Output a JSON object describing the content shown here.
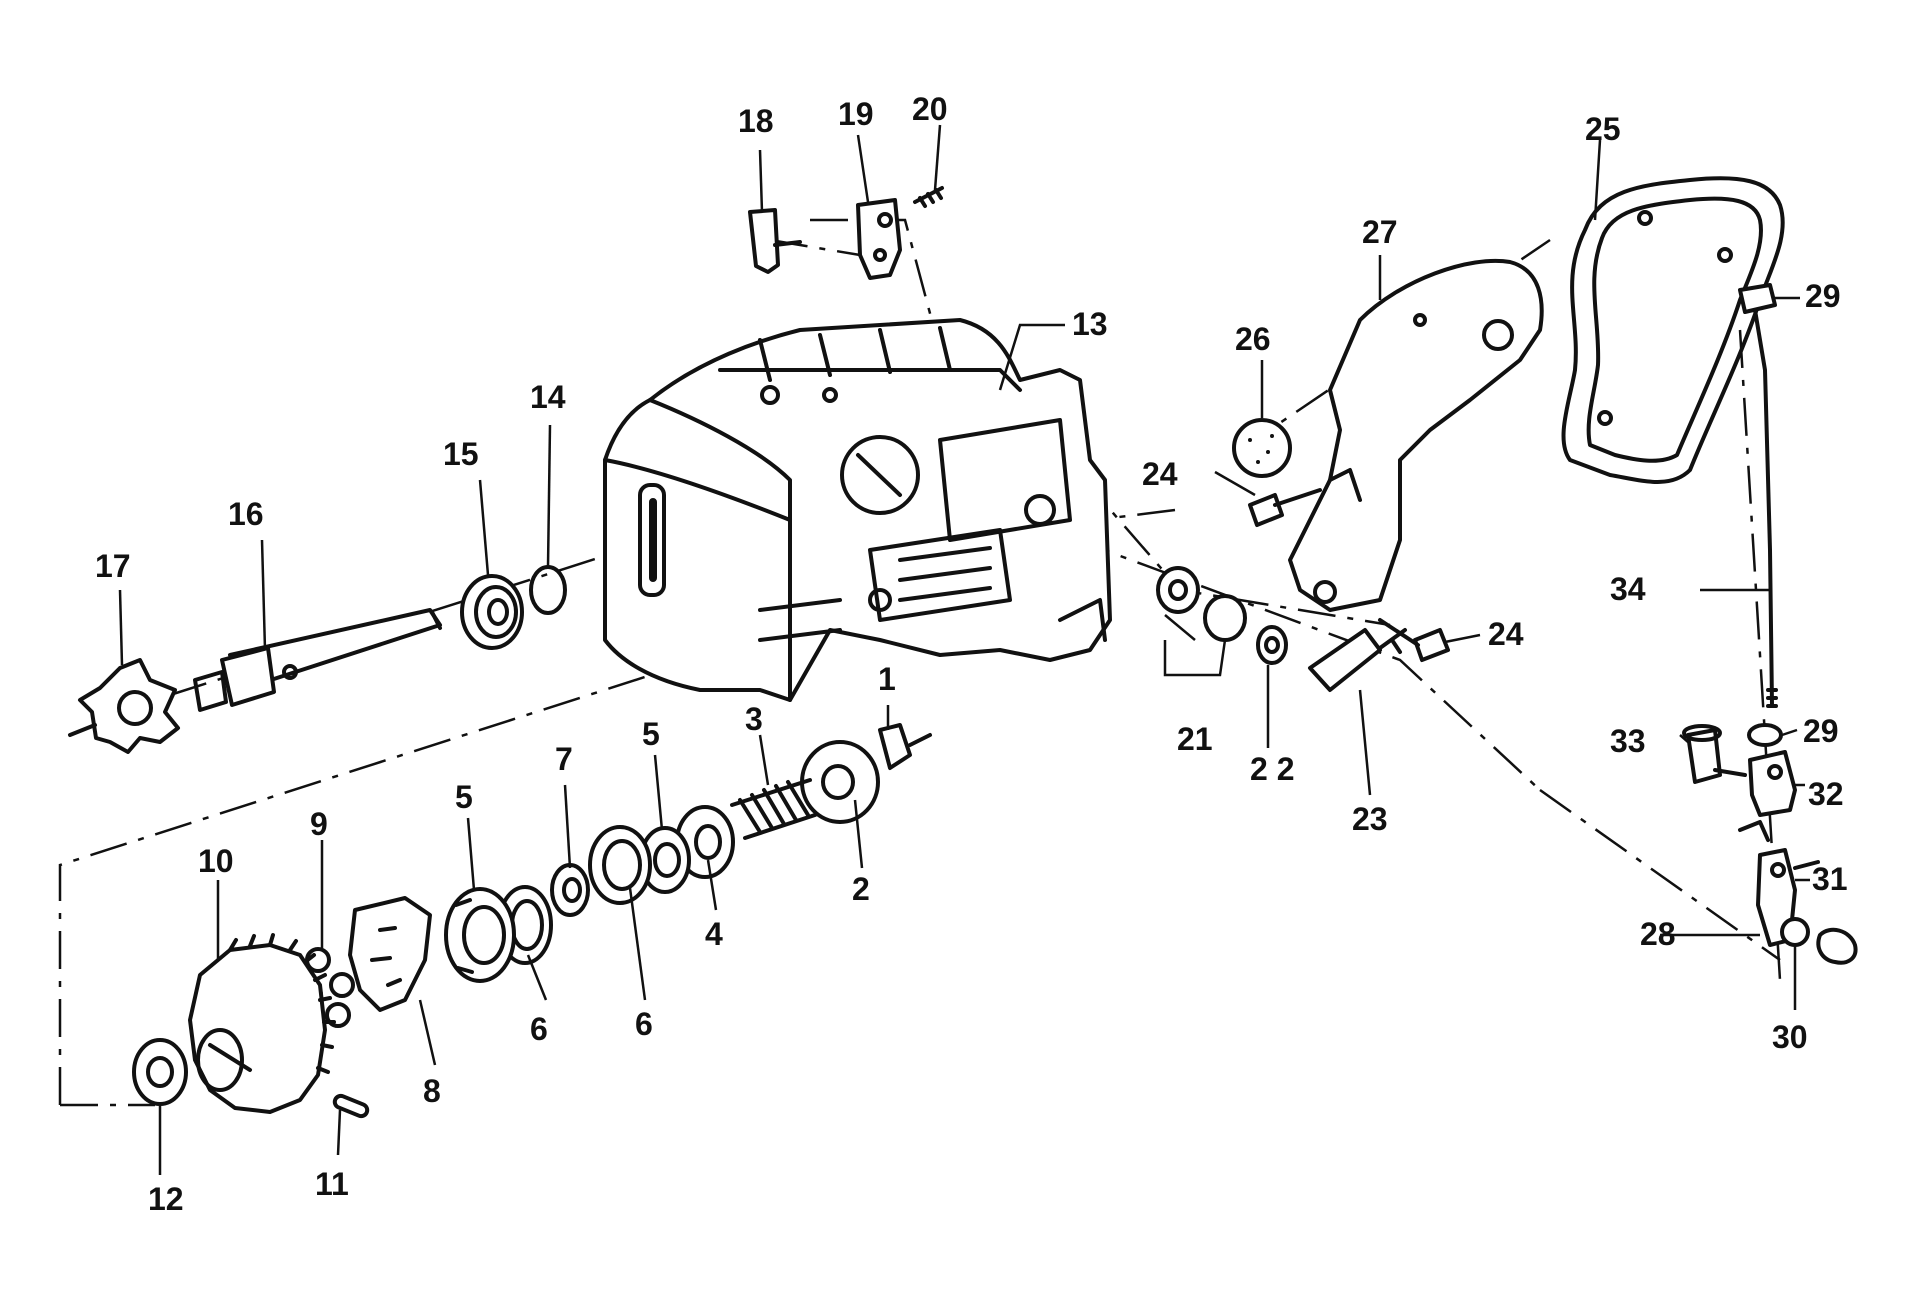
{
  "callouts": {
    "c1": "1",
    "c2": "2",
    "c3": "3",
    "c4": "4",
    "c5a": "5",
    "c5b": "5",
    "c6a": "6",
    "c6b": "6",
    "c7": "7",
    "c8": "8",
    "c9": "9",
    "c10": "10",
    "c11": "11",
    "c12": "12",
    "c13": "13",
    "c14": "14",
    "c15": "15",
    "c16": "16",
    "c17": "17",
    "c18": "18",
    "c19": "19",
    "c20": "20",
    "c21": "21",
    "c22": "2 2",
    "c23": "23",
    "c24a": "24",
    "c24b": "24",
    "c25": "25",
    "c26": "26",
    "c27": "27",
    "c28": "28",
    "c29a": "29",
    "c29b": "29",
    "c30": "30",
    "c31": "31",
    "c32": "32",
    "c33": "33",
    "c34": "34"
  }
}
